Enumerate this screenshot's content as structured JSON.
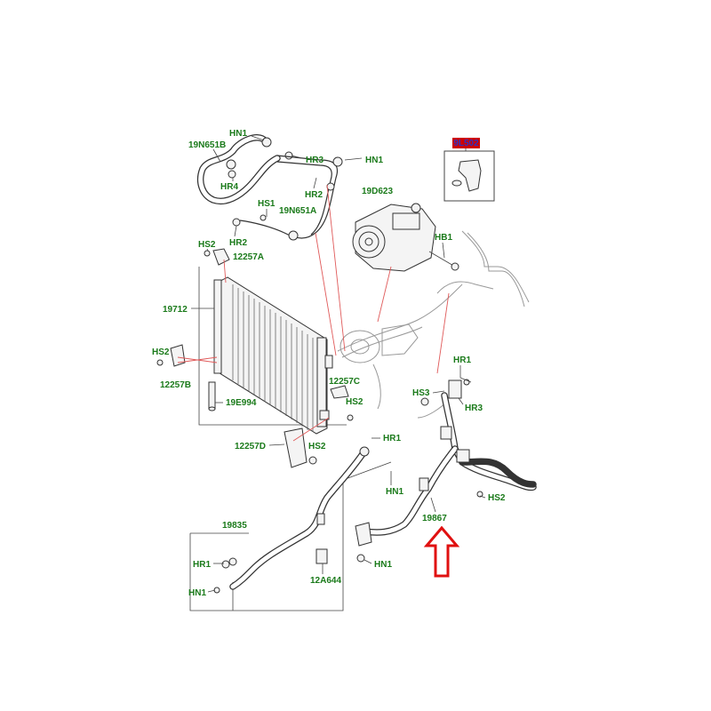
{
  "callouts": {
    "hn1_top": "HN1",
    "n19N651B": "19N651B",
    "hr3_top": "HR3",
    "hr4": "HR4",
    "hn1_mid": "HN1",
    "hr2_top": "HR2",
    "hs1": "HS1",
    "n19N651A": "19N651A",
    "hr2_left": "HR2",
    "n19D623": "19D623",
    "hb1": "HB1",
    "hs2_a": "HS2",
    "n12257A": "12257A",
    "n19712": "19712",
    "hs2_b": "HS2",
    "n12257B": "12257B",
    "n19E994": "19E994",
    "n12257C": "12257C",
    "hs2_c": "HS2",
    "hr1_right": "HR1",
    "hs3": "HS3",
    "hr3_right": "HR3",
    "hr1_mid": "HR1",
    "n12257D": "12257D",
    "hs2_d": "HS2",
    "hn1_lower": "HN1",
    "n19867": "19867",
    "hs2_e": "HS2",
    "n19835": "19835",
    "hr1_left": "HR1",
    "hn1_right": "HN1",
    "n12A644": "12A644",
    "hn1_bottom": "HN1"
  },
  "inset": {
    "part_code": "9L502"
  },
  "colors": {
    "callout_text": "#1a7a1a",
    "leader_line": "#e05a5a",
    "arrow": "#e01010",
    "inset_header_bg": "#cc0000",
    "inset_header_text": "#3030c0"
  },
  "indicator": {
    "icon": "up-arrow-icon",
    "direction": "up"
  }
}
